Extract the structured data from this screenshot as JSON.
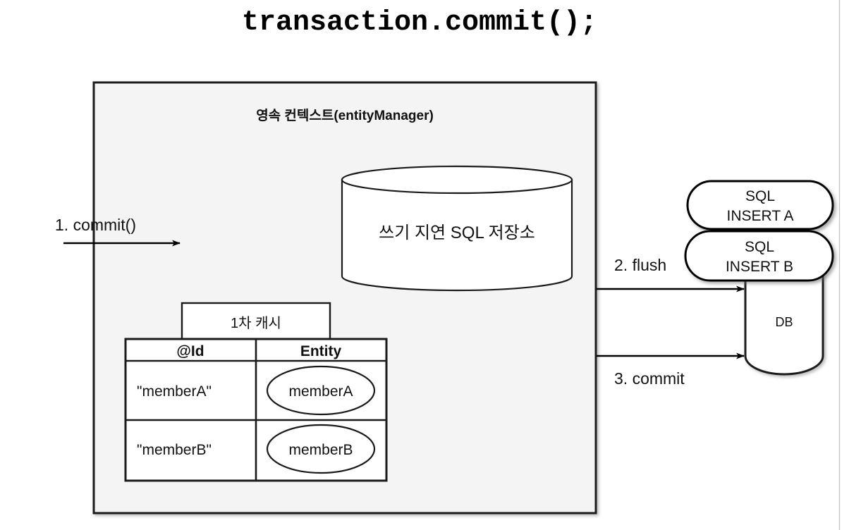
{
  "title": "transaction.commit();",
  "persistence_context": {
    "header": "영속 컨텍스트(entityManager)",
    "background_color": "#f4f4f4",
    "border_color": "#1a1a1a"
  },
  "write_behind_store": {
    "label": "쓰기 지연 SQL 저장소",
    "shape": "cylinder"
  },
  "first_level_cache": {
    "tab_label": "1차 캐시",
    "columns": [
      "@Id",
      "Entity"
    ],
    "rows": [
      {
        "id": "\"memberA\"",
        "entity": "memberA"
      },
      {
        "id": "\"memberB\"",
        "entity": "memberB"
      }
    ]
  },
  "sql_buffer": {
    "items": [
      {
        "line1": "SQL",
        "line2": "INSERT A"
      },
      {
        "line1": "SQL",
        "line2": "INSERT B"
      }
    ]
  },
  "database": {
    "label": "DB",
    "shape": "cylinder"
  },
  "flows": [
    {
      "label": "1. commit()",
      "name": "commit-flow"
    },
    {
      "label": "2. flush",
      "name": "flush-flow"
    },
    {
      "label": "3. commit",
      "name": "commit-db-flow"
    }
  ],
  "divider": {
    "color": "#cccccc"
  }
}
